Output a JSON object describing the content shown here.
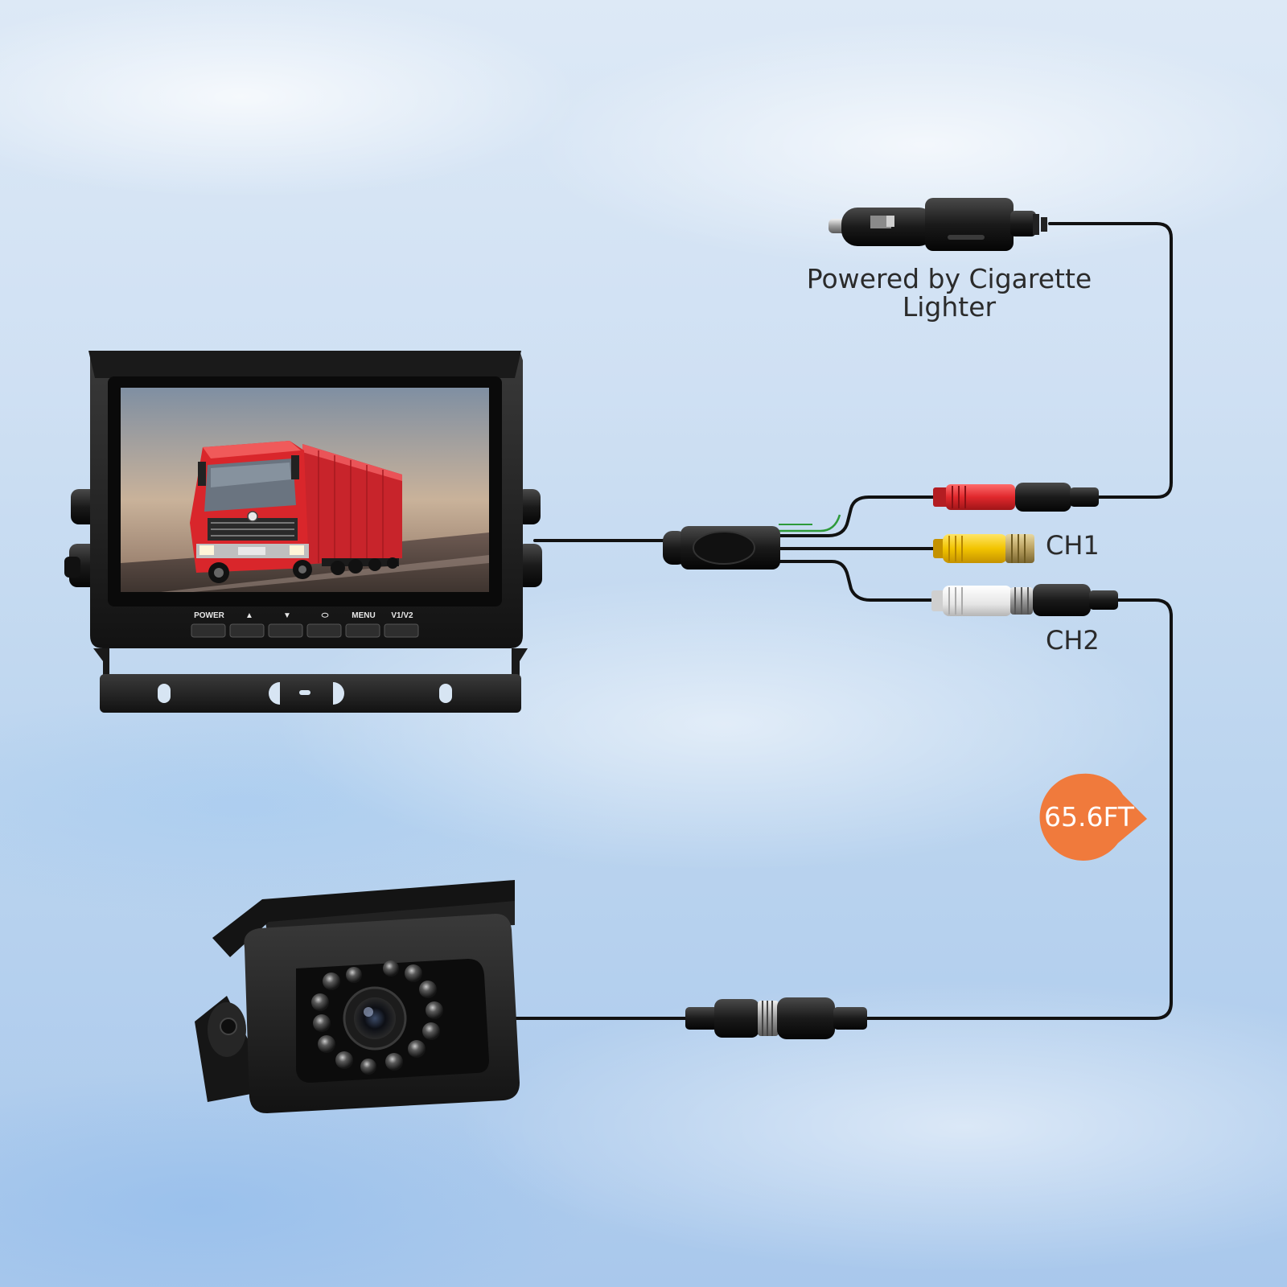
{
  "labels": {
    "power_line1": "Powered by Cigarette",
    "power_line2": "Lighter",
    "ch1": "CH1",
    "ch2": "CH2",
    "cable_length": "65.6FT"
  },
  "monitor": {
    "buttons": [
      "POWER",
      "▲",
      "▼",
      "⬭",
      "MENU",
      "V1/V2"
    ]
  },
  "colors": {
    "badge": "#f07a3c",
    "power_plug": "#e0282c",
    "video_plug_ch1": "#f2c400",
    "video_plug_ch2": "#f2f2f2",
    "truck_cab": "#d9262b"
  }
}
